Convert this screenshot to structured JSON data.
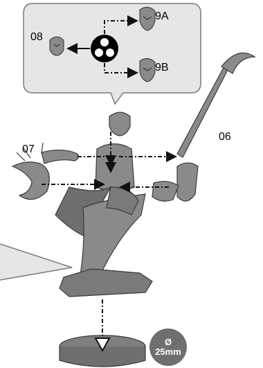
{
  "labels": {
    "head_08": "08",
    "head_9a": "9A",
    "head_9b": "9B",
    "arm_07": "07",
    "weapon_06": "06"
  },
  "base": {
    "symbol": "Ø",
    "size": "25mm"
  },
  "icons": {
    "connector": "three-hole-connector-icon",
    "head": "helmet-head-icon"
  },
  "colors": {
    "callout_bg": "#e6e6e6",
    "callout_border": "#7a7a7a",
    "model": "#8a8a8a",
    "badge": "#6f6f6f"
  }
}
